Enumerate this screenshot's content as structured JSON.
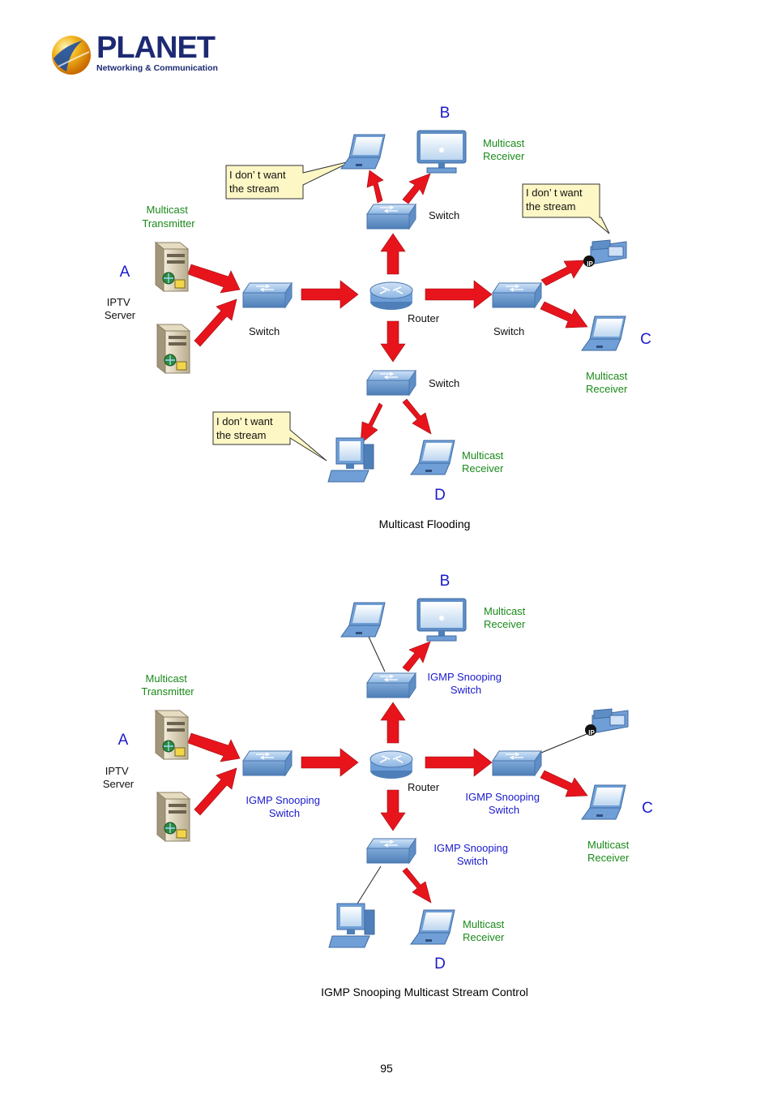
{
  "brand": {
    "name": "PLANET",
    "tagline": "Networking & Communication"
  },
  "colors": {
    "arrow": "#e8141c",
    "receiver_text": "#1a8a1a",
    "igmp_text": "#1a1acc",
    "letter": "#1a1acc",
    "switch": "#6f9fd6",
    "brand": "#1d2a73"
  },
  "diagram1": {
    "caption": "Multicast Flooding",
    "letters": {
      "a": "A",
      "b": "B",
      "c": "C",
      "d": "D"
    },
    "transmitter": [
      "Multicast",
      "Transmitter"
    ],
    "server": [
      "IPTV",
      "Server"
    ],
    "receiver_b": [
      "Multicast",
      "Receiver"
    ],
    "receiver_c": [
      "Multicast",
      "Receiver"
    ],
    "receiver_d": [
      "Multicast",
      "Receiver"
    ],
    "switch_left": "Switch",
    "switch_top": "Switch",
    "switch_right": "Switch",
    "switch_bottom": "Switch",
    "router": "Router",
    "callout_b": [
      "I don’ t want",
      "the stream"
    ],
    "callout_c": [
      "I don’ t want",
      "the stream"
    ],
    "callout_d": [
      "I don’ t want",
      "the stream"
    ]
  },
  "diagram2": {
    "caption": "IGMP Snooping Multicast Stream Control",
    "letters": {
      "a": "A",
      "b": "B",
      "c": "C",
      "d": "D"
    },
    "transmitter": [
      "Multicast",
      "Transmitter"
    ],
    "server": [
      "IPTV",
      "Server"
    ],
    "receiver_b": [
      "Multicast",
      "Receiver"
    ],
    "receiver_c": [
      "Multicast",
      "Receiver"
    ],
    "receiver_d": [
      "Multicast",
      "Receiver"
    ],
    "switch_left": [
      "IGMP Snooping",
      "Switch"
    ],
    "switch_top": [
      "IGMP Snooping",
      "Switch"
    ],
    "switch_right": [
      "IGMP Snooping",
      "Switch"
    ],
    "switch_bottom": [
      "IGMP Snooping",
      "Switch"
    ],
    "router": "Router"
  },
  "page_number": "95"
}
